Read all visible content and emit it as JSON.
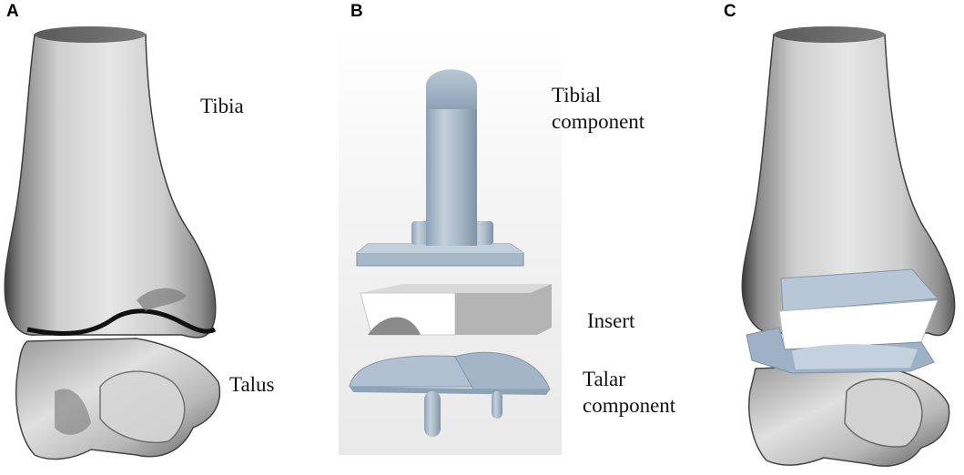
{
  "panels": {
    "a": {
      "letter": "A",
      "labels": {
        "tibia": "Tibia",
        "talus": "Talus"
      }
    },
    "b": {
      "letter": "B",
      "labels": {
        "tibial_line1": "Tibial",
        "tibial_line2": "component",
        "insert": "Insert",
        "talar_line1": "Talar",
        "talar_line2": "component"
      }
    },
    "c": {
      "letter": "C"
    }
  },
  "colors": {
    "bone_dark": "#4a4a4a",
    "bone_light": "#d9d9d9",
    "implant": "#a8b8c8",
    "implant_light": "#c9d5e1",
    "insert_white": "#ffffff",
    "insert_grey": "#b5b5b5"
  }
}
